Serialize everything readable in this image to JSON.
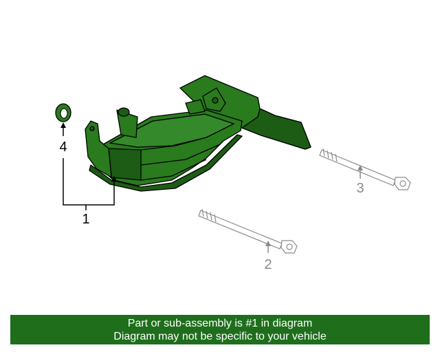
{
  "colors": {
    "part_fill": "#2a7a1e",
    "part_dark": "#1c5c14",
    "outline": "#000000",
    "hardware": "#8a8a8a",
    "banner_bg": "#1f6e1c",
    "banner_text": "#ffffff"
  },
  "callouts": [
    {
      "number": "1",
      "part": "filter-assembly"
    },
    {
      "number": "2",
      "part": "long-bolt"
    },
    {
      "number": "3",
      "part": "short-bolt"
    },
    {
      "number": "4",
      "part": "seal-ring"
    }
  ],
  "banner": {
    "line1": "Part or sub-assembly is #1 in diagram",
    "line2": "Diagram may not be specific to your vehicle"
  }
}
